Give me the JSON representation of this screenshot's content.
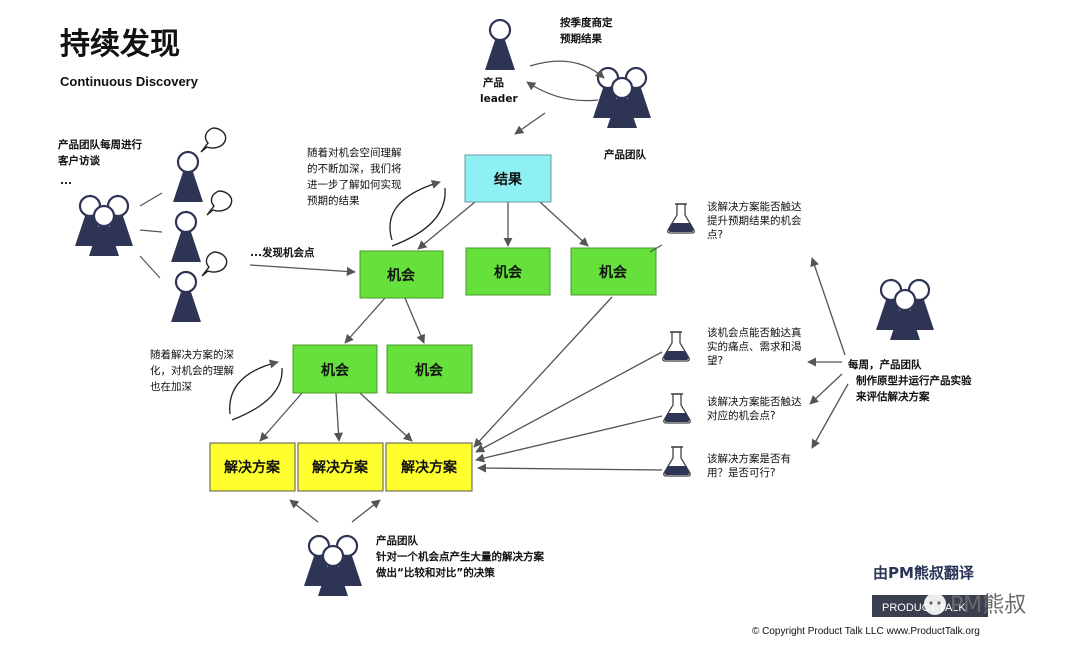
{
  "header": {
    "title": "持续发现",
    "subtitle": "Continuous Discovery"
  },
  "colors": {
    "outcome": "#8ff0f4",
    "opportunity": "#66e03a",
    "solution": "#ffff2e",
    "person": "#2e3554",
    "arrow": "#555555"
  },
  "boxes": {
    "outcome": "结果",
    "opp_l1_a": "机会",
    "opp_l1_b": "机会",
    "opp_l1_c": "机会",
    "opp_l2_a": "机会",
    "opp_l2_b": "机会",
    "sol_a": "解决方案",
    "sol_b": "解决方案",
    "sol_c": "解决方案"
  },
  "labels": {
    "quarterly": [
      "按季度商定",
      "预期结果"
    ],
    "product_leader": [
      "产品",
      "leader"
    ],
    "product_team_top": "产品团队",
    "weekly_interviews": [
      "产品团队每周进行",
      "客户访谈",
      "..."
    ],
    "understanding_opportunity": [
      "随着对机会空间理解",
      "的不断加深，我们将",
      "进一步了解如何实现",
      "预期的结果"
    ],
    "discover_opportunity": "...发现机会点",
    "understanding_solution": [
      "随着解决方案的深",
      "化，对机会的理解",
      "也在加深"
    ],
    "team_bottom": [
      "产品团队",
      "针对一个机会点产生大量的解决方案",
      "做出“比较和对比”的决策"
    ],
    "weekly_experiments": [
      "每周，产品团队",
      "制作原型并运行产品实验",
      "来评估解决方案"
    ],
    "flask_q1": [
      "该解决方案能否触达",
      "提升预期结果的机会",
      "点?"
    ],
    "flask_q2": [
      "该机会点能否触达真",
      "实的痛点、需求和渴",
      "望?"
    ],
    "flask_q3": [
      "该解决方案能否触达",
      "对应的机会点?"
    ],
    "flask_q4": [
      "该解决方案是否有",
      "用？是否可行?"
    ]
  },
  "footer": {
    "translator": "由PM熊叔翻译",
    "badge": "PRODUCT TALK",
    "watermark": "PM熊叔",
    "copyright": "© Copyright Product Talk LLC www.ProductTalk.org"
  }
}
